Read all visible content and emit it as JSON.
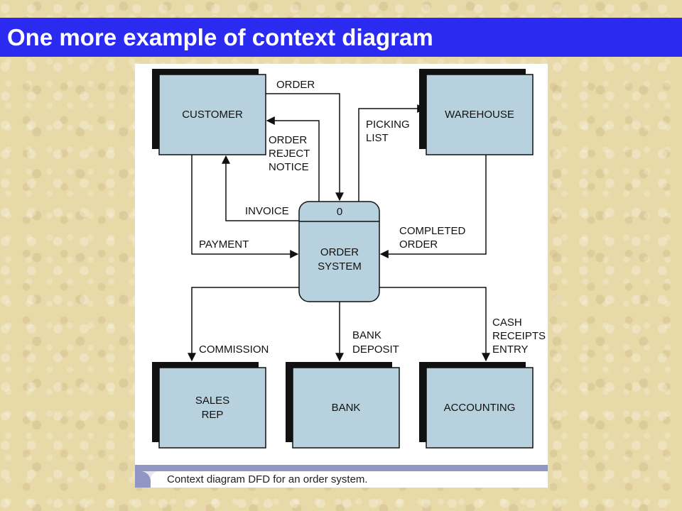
{
  "slide": {
    "title": "One more example of context diagram"
  },
  "diagram": {
    "caption": "Context diagram DFD for an order system.",
    "colors": {
      "entity_fill": "#b7d2de",
      "shadow": "#111111",
      "line": "#111111"
    },
    "process": {
      "id": "0",
      "name_lines": [
        "ORDER",
        "SYSTEM"
      ]
    },
    "entities": {
      "customer": "CUSTOMER",
      "warehouse": "WAREHOUSE",
      "sales_rep": [
        "SALES",
        "REP"
      ],
      "bank": "BANK",
      "accounting": "ACCOUNTING"
    },
    "flows": {
      "order": "ORDER",
      "order_reject_notice": [
        "ORDER",
        "REJECT",
        "NOTICE"
      ],
      "invoice": "INVOICE",
      "picking_list": [
        "PICKING",
        "LIST"
      ],
      "payment": "PAYMENT",
      "completed_order": [
        "COMPLETED",
        "ORDER"
      ],
      "commission": "COMMISSION",
      "bank_deposit": [
        "BANK",
        "DEPOSIT"
      ],
      "cash_receipts_entry": [
        "CASH",
        "RECEIPTS",
        "ENTRY"
      ]
    }
  }
}
